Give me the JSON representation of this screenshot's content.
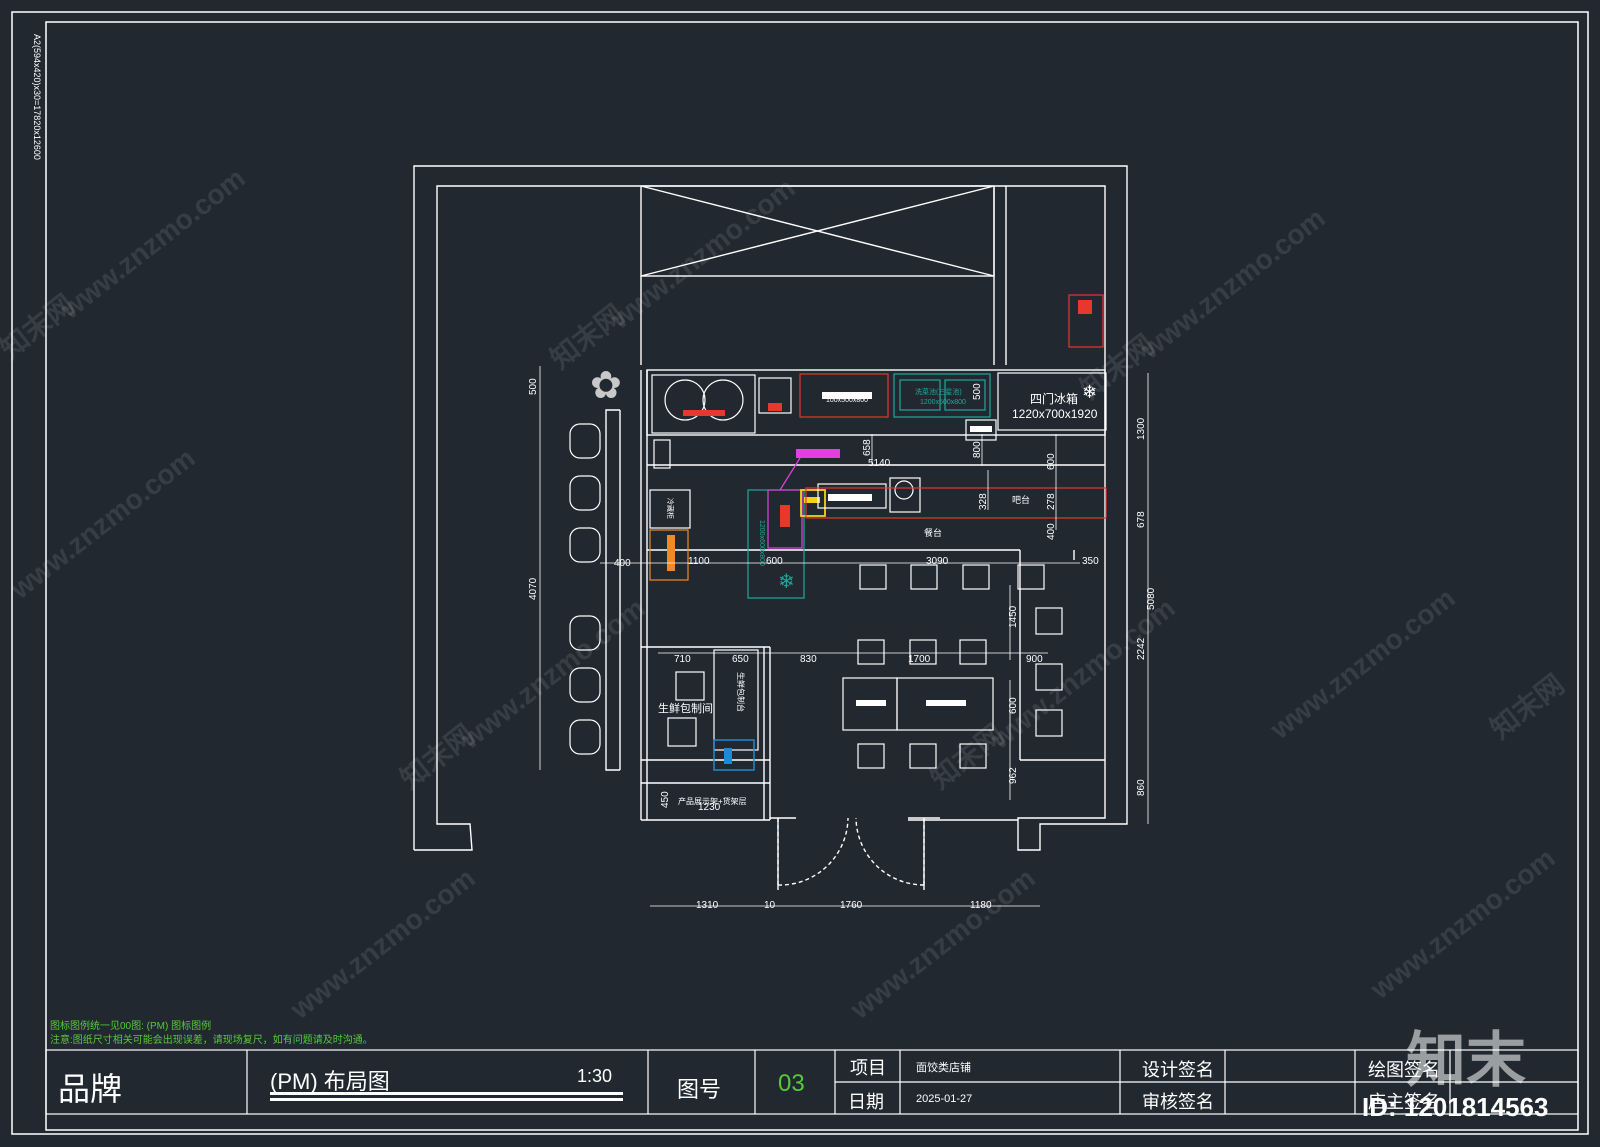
{
  "sheet": {
    "paper_spec": "A2(594x420)x30=17820x12600",
    "notes": [
      "图标图例统一见00图: (PM) 图标图例",
      "注意:图纸尺寸相关可能会出现误差，请现场复尺，如有问题请及时沟通。"
    ]
  },
  "title_block": {
    "brand": "品牌",
    "drawing_title": "(PM)  布局图",
    "scale": "1:30",
    "sheet_no_label": "图号",
    "sheet_no": "03",
    "project_label": "项目",
    "project_value": "面饺类店铺",
    "date_label": "日期",
    "date_value": "2025-01-27",
    "design_sign": "设计签名",
    "review_sign": "审核签名",
    "draw_sign": "绘图签名",
    "owner_sign": "店主签名"
  },
  "plan": {
    "fridge": {
      "name": "四门冰箱",
      "size": "1220x700x1920"
    },
    "rooms": {
      "fresh": "生鲜包制间",
      "fresh_table": "生鲜包制台",
      "display": "产品展示架+货架层",
      "dining_counter": "餐台",
      "bar": "吧台",
      "sink_spec": "1200x500x800",
      "tower": "1200x600x800",
      "sink_label": "洗菜池(三星池)",
      "prep_label": "冷藏柜"
    },
    "dims": {
      "d500": "500",
      "d4070": "4070",
      "d400": "400",
      "d1100": "1100",
      "d600a": "600",
      "d3090": "3090",
      "d350": "350",
      "d658": "658",
      "d5140": "5140",
      "d800": "800",
      "d328": "328",
      "d278": "278",
      "d600b": "600",
      "d400b": "400",
      "d500b": "500",
      "d1300": "1300",
      "d678": "678",
      "d5080": "5080",
      "d2242": "2242",
      "d860": "860",
      "d710": "710",
      "d650": "650",
      "d830": "830",
      "d1700": "1700",
      "d900": "900",
      "d1450": "1450",
      "d600c": "600",
      "d962": "962",
      "d450": "450",
      "d1230": "1230",
      "d1310": "1310",
      "d1760": "1760",
      "d1180": "1180",
      "d10": "10",
      "d100800": "100x500x800"
    }
  },
  "watermark": {
    "site": "www.znzmo.com",
    "cn": "知末网",
    "logo": "知末",
    "id": "ID: 1201814563"
  },
  "colors": {
    "bg": "#212830",
    "line": "#ffffff",
    "accent_green": "#58c93a",
    "red": "#e8372c",
    "magenta": "#e040e0",
    "cyan": "#1fa89a",
    "orange": "#f08a24",
    "blue": "#1e8ad6",
    "yellow": "#f2d21b"
  }
}
